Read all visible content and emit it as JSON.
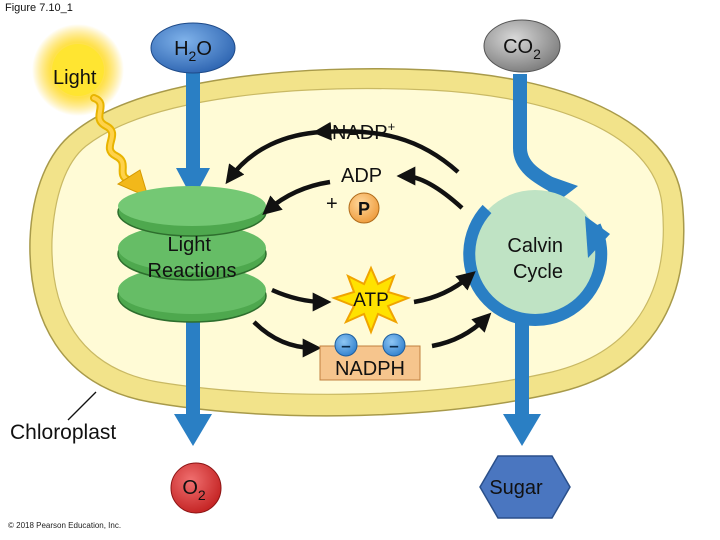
{
  "figure_label": "Figure 7.10_1",
  "copyright": "© 2018 Pearson Education, Inc.",
  "diagram": {
    "light": "Light",
    "water": {
      "main": "H",
      "sub": "2",
      "tail": "O"
    },
    "carbon_dioxide": {
      "main": "CO",
      "sub": "2"
    },
    "oxygen": {
      "main": "O",
      "sub": "2"
    },
    "nadp_plus": {
      "main": "NADP",
      "sup": "+"
    },
    "adp": "ADP",
    "plus": "+",
    "phosphate": "P",
    "light_reactions": [
      "Light",
      "Reactions"
    ],
    "calvin_cycle": [
      "Calvin",
      "Cycle"
    ],
    "atp": "ATP",
    "nadph": "NADPH",
    "electron_symbol": "–",
    "chloroplast": "Chloroplast",
    "sugar": "Sugar"
  },
  "colors": {
    "outer_membrane": "#f2e38a",
    "stroma": "#fffbd6",
    "arrow_blue": "#2a7fc4",
    "arrow_black": "#111111",
    "thylakoid_green": "#5cb85c",
    "calvin_fill": "#bfe3c4",
    "water_blue": "#2c63b0",
    "co2_gray": "#8c8c8c",
    "o2_red": "#cc2a2a",
    "sugar_blue": "#4a76c0",
    "atp_yellow": "#ffe200",
    "nadph_orange": "#f6c58d",
    "electron_blue": "#3d8fd6",
    "phosphate_orange": "#f4b25f"
  }
}
